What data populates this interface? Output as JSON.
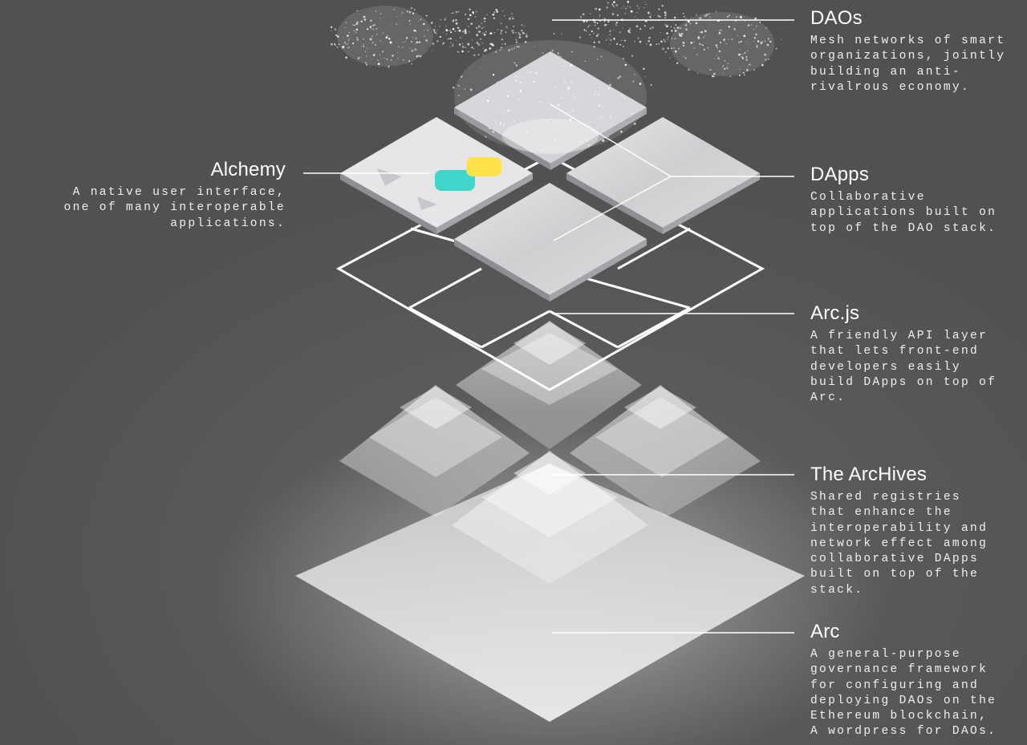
{
  "layers": {
    "daos": {
      "title": "DAOs",
      "description": "Mesh networks of smart\norganizations, jointly\nbuilding an anti-\nrivalrous economy."
    },
    "dapps": {
      "title": "DApps",
      "description": "Collaborative\napplications built on\ntop of the DAO stack."
    },
    "arcjs": {
      "title": "Arc.js",
      "description": "A friendly API layer\nthat lets front-end\ndevelopers easily\nbuild DApps on top of\nArc."
    },
    "archives": {
      "title": "The ArcHives",
      "description": "Shared registries\nthat enhance the\ninteroperability and\nnetwork effect among\ncollaborative DApps\nbuilt on top of the\nstack."
    },
    "arc": {
      "title": "Arc",
      "description": "A general-purpose\ngovernance framework\nfor configuring and\ndeploying DAOs on the\nEthereum blockchain,\nA wordpress for DAOs."
    },
    "alchemy": {
      "title": "Alchemy",
      "description": "A native user interface,\none of many interoperable\napplications."
    }
  },
  "colors": {
    "background": "#595959",
    "tile": "#d9d9db",
    "tile_edge": "#8a8a90",
    "wire": "#ffffff",
    "accent_teal": "#3fd6cc",
    "accent_yellow": "#ffe24a"
  }
}
